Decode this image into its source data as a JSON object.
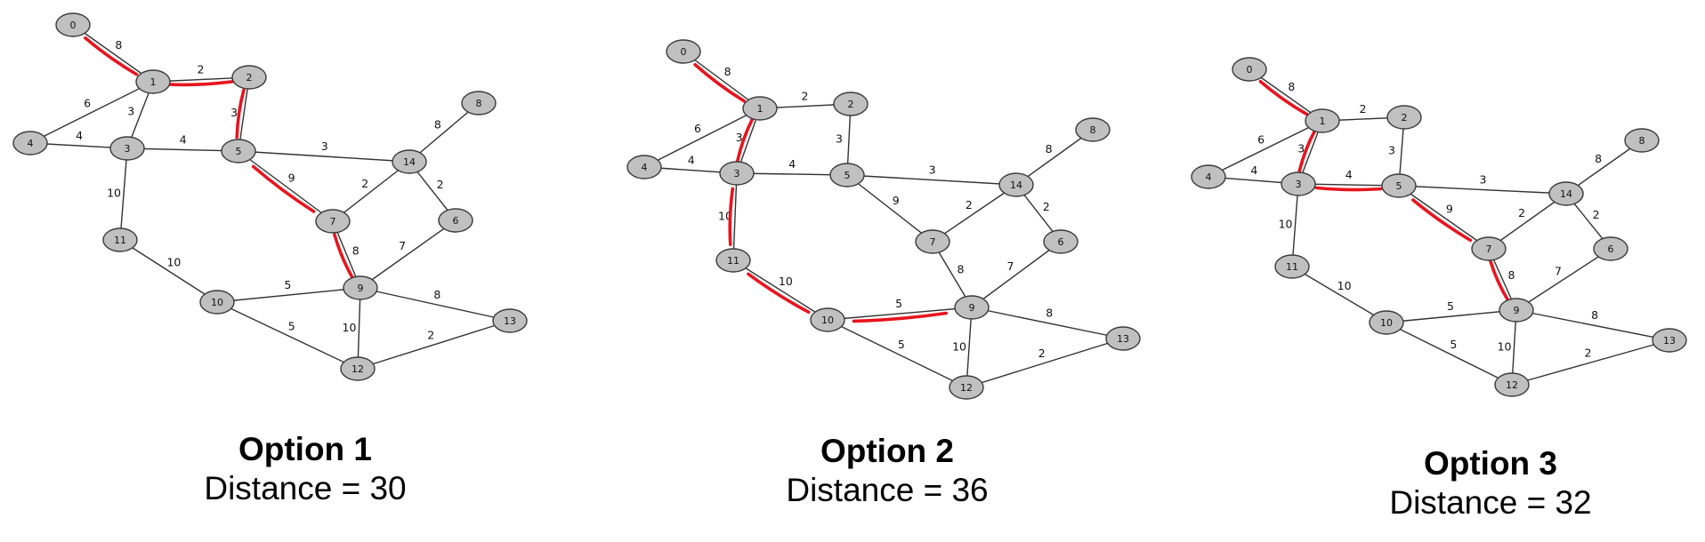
{
  "colors": {
    "node_fill": "#c0c0c0",
    "node_stroke": "#3a3a3a",
    "edge": "#333333",
    "highlight": "#e8141e",
    "text": "#111111"
  },
  "graph": {
    "nodes": [
      "0",
      "1",
      "2",
      "3",
      "4",
      "5",
      "6",
      "7",
      "8",
      "9",
      "10",
      "11",
      "12",
      "13",
      "14"
    ],
    "edges": [
      {
        "a": "0",
        "b": "1",
        "w": "8"
      },
      {
        "a": "1",
        "b": "2",
        "w": "2"
      },
      {
        "a": "1",
        "b": "4",
        "w": "6"
      },
      {
        "a": "1",
        "b": "3",
        "w": "3"
      },
      {
        "a": "4",
        "b": "3",
        "w": "4"
      },
      {
        "a": "2",
        "b": "5",
        "w": "3"
      },
      {
        "a": "3",
        "b": "5",
        "w": "4"
      },
      {
        "a": "5",
        "b": "14",
        "w": "3"
      },
      {
        "a": "14",
        "b": "8",
        "w": "8"
      },
      {
        "a": "5",
        "b": "7",
        "w": "9"
      },
      {
        "a": "7",
        "b": "14",
        "w": "2"
      },
      {
        "a": "14",
        "b": "6",
        "w": "2"
      },
      {
        "a": "3",
        "b": "11",
        "w": "10"
      },
      {
        "a": "7",
        "b": "9",
        "w": "8"
      },
      {
        "a": "6",
        "b": "9",
        "w": "7"
      },
      {
        "a": "11",
        "b": "10",
        "w": "10"
      },
      {
        "a": "10",
        "b": "9",
        "w": "5"
      },
      {
        "a": "9",
        "b": "13",
        "w": "8"
      },
      {
        "a": "10",
        "b": "12",
        "w": "5"
      },
      {
        "a": "9",
        "b": "12",
        "w": "10"
      },
      {
        "a": "12",
        "b": "13",
        "w": "2"
      }
    ]
  },
  "options": [
    {
      "title": "Option 1",
      "distance": "Distance = 30",
      "path": [
        "0",
        "1",
        "2",
        "5",
        "7",
        "9"
      ]
    },
    {
      "title": "Option 2",
      "distance": "Distance = 36",
      "path": [
        "0",
        "1",
        "3",
        "11",
        "10",
        "9"
      ]
    },
    {
      "title": "Option 3",
      "distance": "Distance = 32",
      "path": [
        "0",
        "1",
        "3",
        "5",
        "7",
        "9"
      ]
    }
  ]
}
